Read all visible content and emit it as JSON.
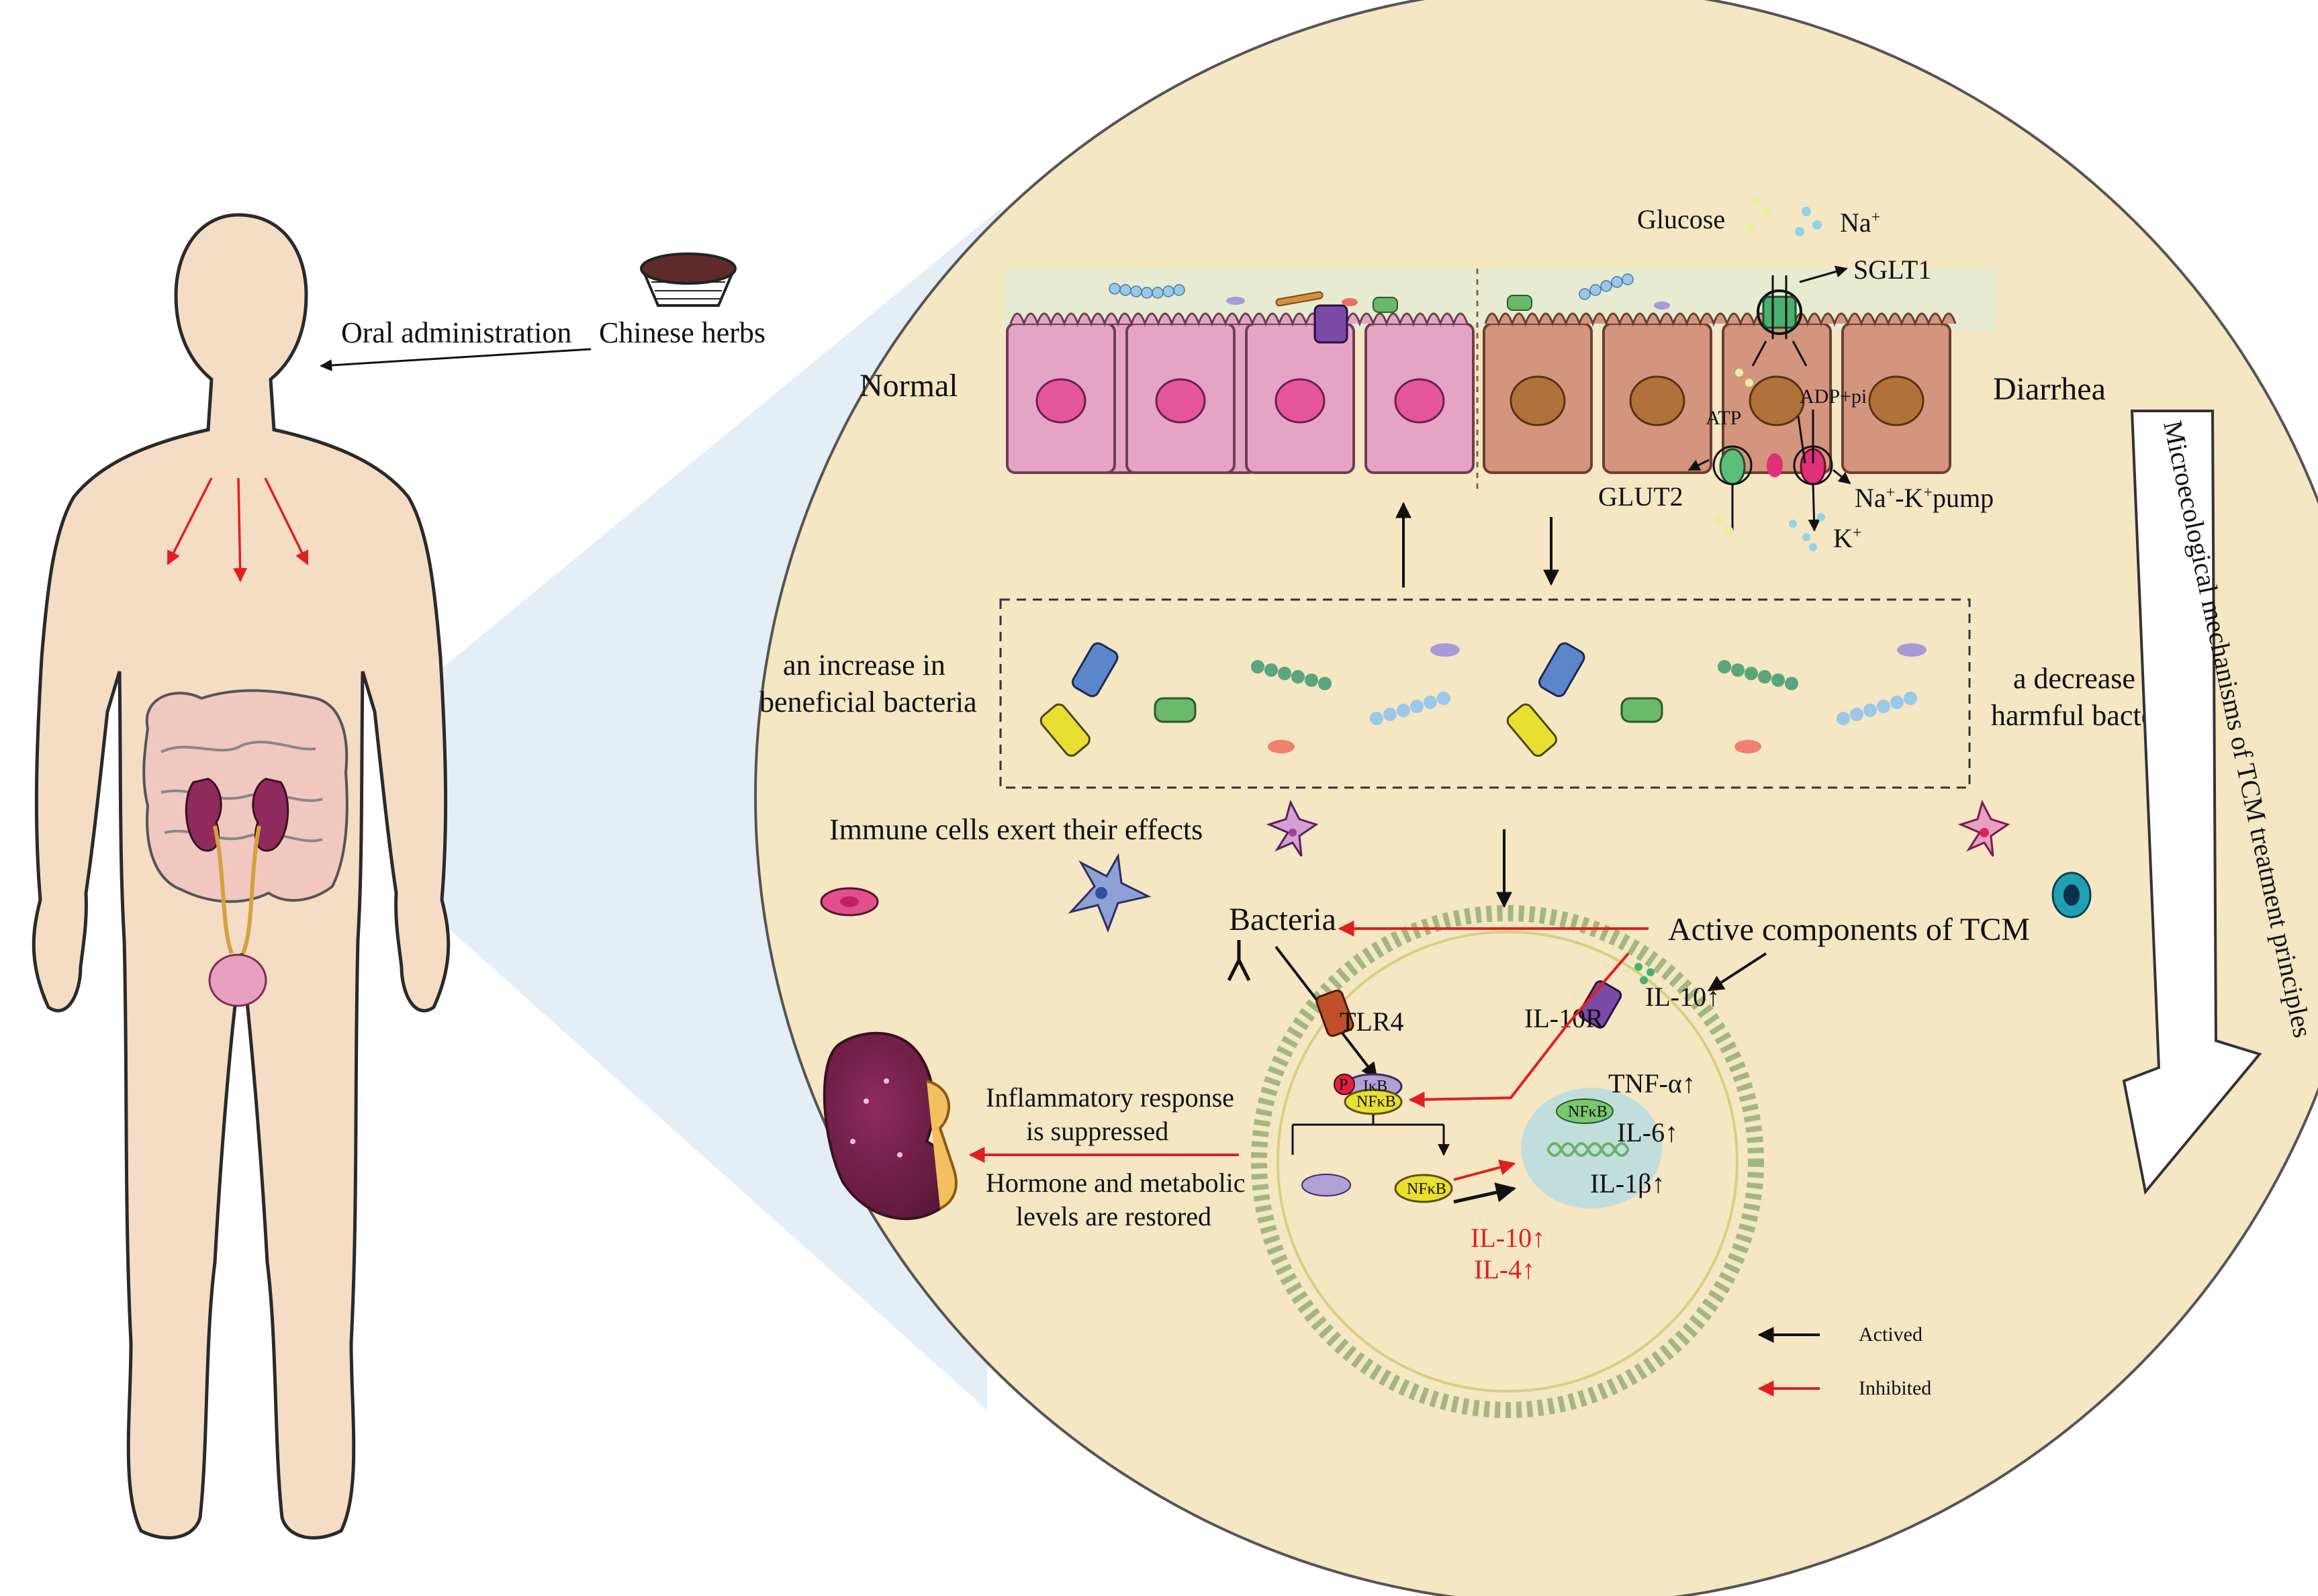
{
  "intake": {
    "oral_administration": "Oral administration",
    "chinese_herbs": "Chinese herbs"
  },
  "epithelium": {
    "normal": "Normal",
    "diarrhea": "Diarrhea",
    "glucose": "Glucose",
    "na_base": "Na",
    "sglt1": "SGLT1",
    "atp": "ATP",
    "adp_pi": "ADP+pi",
    "glut2": "GLUT2",
    "pump_na": "Na",
    "pump_k": "-K",
    "pump_suffix": "pump",
    "k_base": "K",
    "plus": "+"
  },
  "bacteria": {
    "increase_line1": "an increase in",
    "increase_line2": "beneficial bacteria",
    "decrease_line1": "a decrease in",
    "decrease_line2": "harmful bacteria"
  },
  "immune": {
    "immune_cells": "Immune cells exert their effects",
    "bacteria": "Bacteria",
    "active_components": "Active components of TCM",
    "tlr4": "TLR4",
    "il10r": "IL-10R",
    "il10_up": "IL-10↑",
    "ikb": "IκB",
    "nfkb": "NFκB",
    "p": "P",
    "tnf_a": "TNF-α↑",
    "il6": "IL-6↑",
    "il1b": "IL-1β↑",
    "red_il10": "IL-10↑",
    "red_il4": "IL-4↑"
  },
  "outcome": {
    "inflammatory_line1": "Inflammatory response",
    "inflammatory_line2": "is suppressed",
    "hormone_line1": "Hormone and metabolic",
    "hormone_line2": "levels are restored"
  },
  "legend": {
    "actived": "Actived",
    "inhibited": "Inhibited"
  },
  "side_arrow": {
    "label": "Microecological mechanisms of TCM treatment principles"
  },
  "colors": {
    "skin": "#f5dcc4",
    "circle_bg": "#f5e6c4",
    "normal_cell": "#e6a4c4",
    "diarrhea_cell": "#d4957e",
    "red_arrow": "#e02020",
    "black_arrow": "#111111"
  }
}
